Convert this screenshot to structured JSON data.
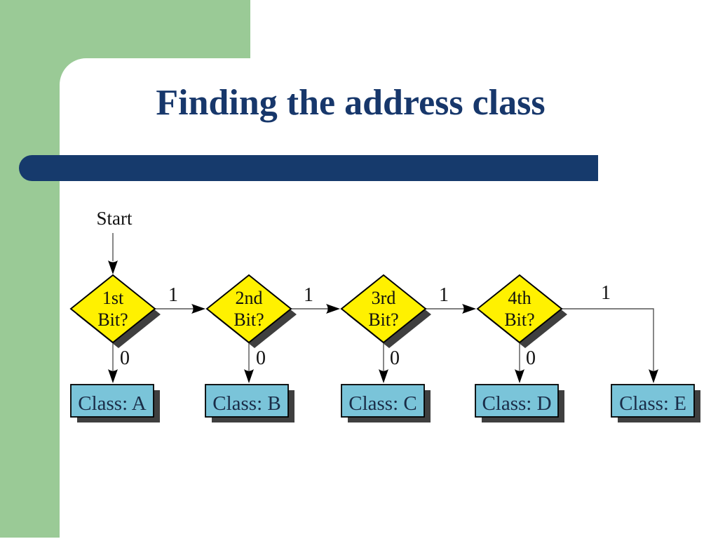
{
  "slide": {
    "title": "Finding the address class"
  },
  "flowchart": {
    "start_label": "Start",
    "branch_labels": {
      "one": "1",
      "zero": "0"
    },
    "decisions": [
      {
        "line1": "1st",
        "line2": "Bit?"
      },
      {
        "line1": "2nd",
        "line2": "Bit?"
      },
      {
        "line1": "3rd",
        "line2": "Bit?"
      },
      {
        "line1": "4th",
        "line2": "Bit?"
      }
    ],
    "results": [
      {
        "label": "Class: A"
      },
      {
        "label": "Class: B"
      },
      {
        "label": "Class: C"
      },
      {
        "label": "Class: D"
      },
      {
        "label": "Class: E"
      }
    ]
  },
  "colors": {
    "slide_green": "#9ACA96",
    "accent_navy": "#163A6C",
    "title_text": "#17376B",
    "decision_fill": "#FFF100",
    "result_fill": "#7AC4D9",
    "shape_shadow": "#3F3F3F",
    "connector": "#555555",
    "arrow": "#000000",
    "decision_text": "#111111",
    "result_text": "#1A2C47",
    "flow_label_text": "#111111"
  }
}
